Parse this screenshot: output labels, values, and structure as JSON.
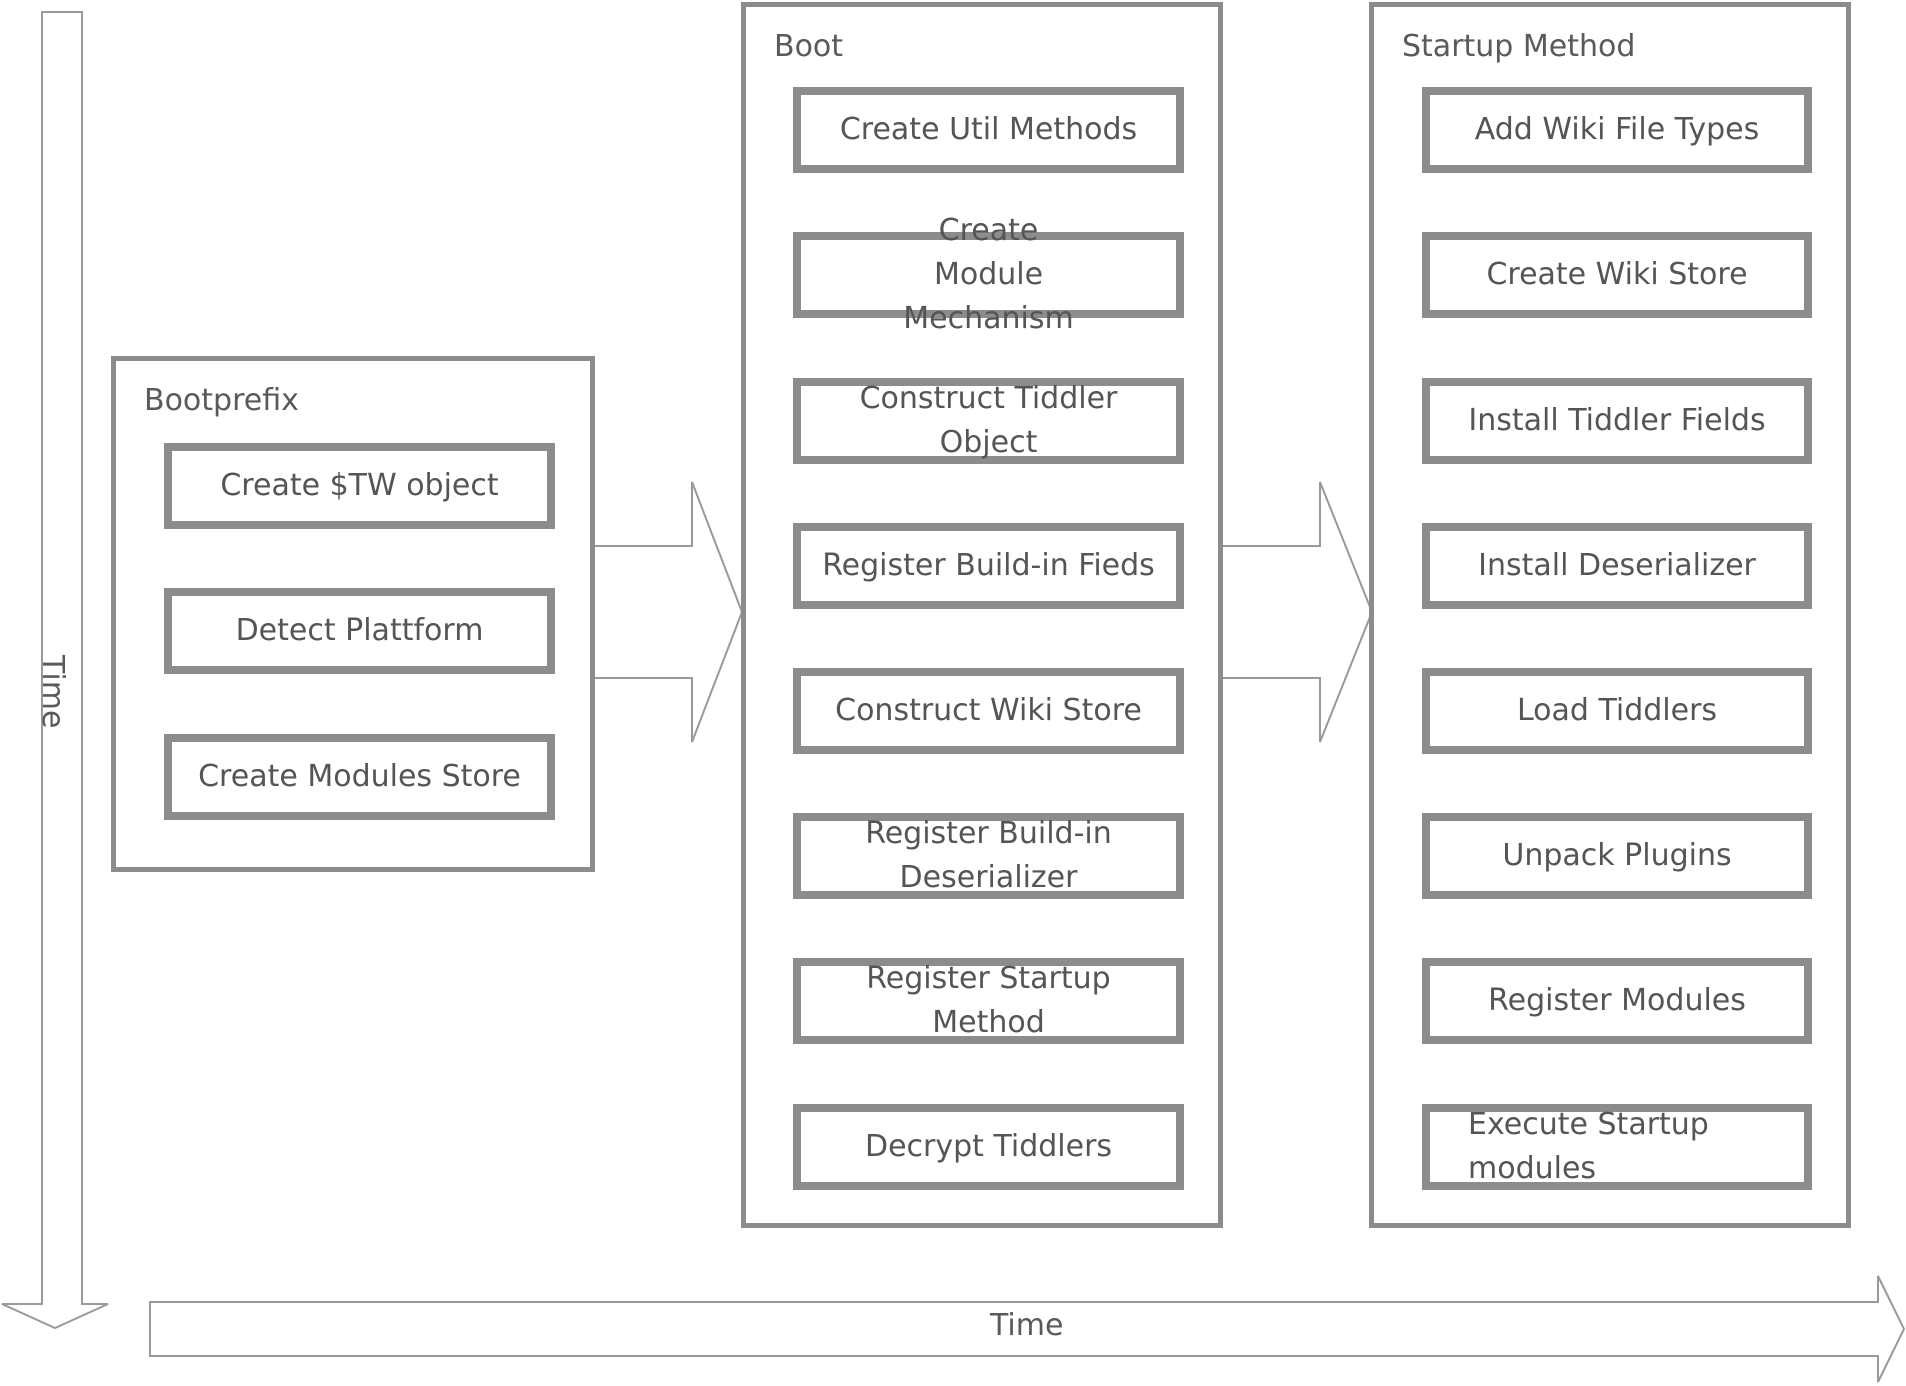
{
  "groups": {
    "bootprefix": {
      "title": "Bootprefix",
      "steps": [
        "Create $TW object",
        "Detect Plattform",
        "Create Modules Store"
      ]
    },
    "boot": {
      "title": "Boot",
      "steps": [
        "Create Util Methods",
        "Create Module Mechanism",
        "Construct Tiddler Object",
        "Register Build-in Fieds",
        "Construct Wiki Store",
        "Register Build-in Deserializer",
        "Register Startup Method",
        "Decrypt Tiddlers"
      ]
    },
    "startup": {
      "title": "Startup Method",
      "steps": [
        "Add Wiki File Types",
        "Create Wiki Store",
        "Install Tiddler Fields",
        "Install Deserializer",
        "Load Tiddlers",
        "Unpack Plugins",
        "Register Modules",
        "Execute Startup modules"
      ]
    }
  },
  "axes": {
    "vertical_label": "Time",
    "horizontal_label": "Time"
  },
  "colors": {
    "border": "#8c8c8c",
    "text": "#555555",
    "arrow": "#999999"
  }
}
